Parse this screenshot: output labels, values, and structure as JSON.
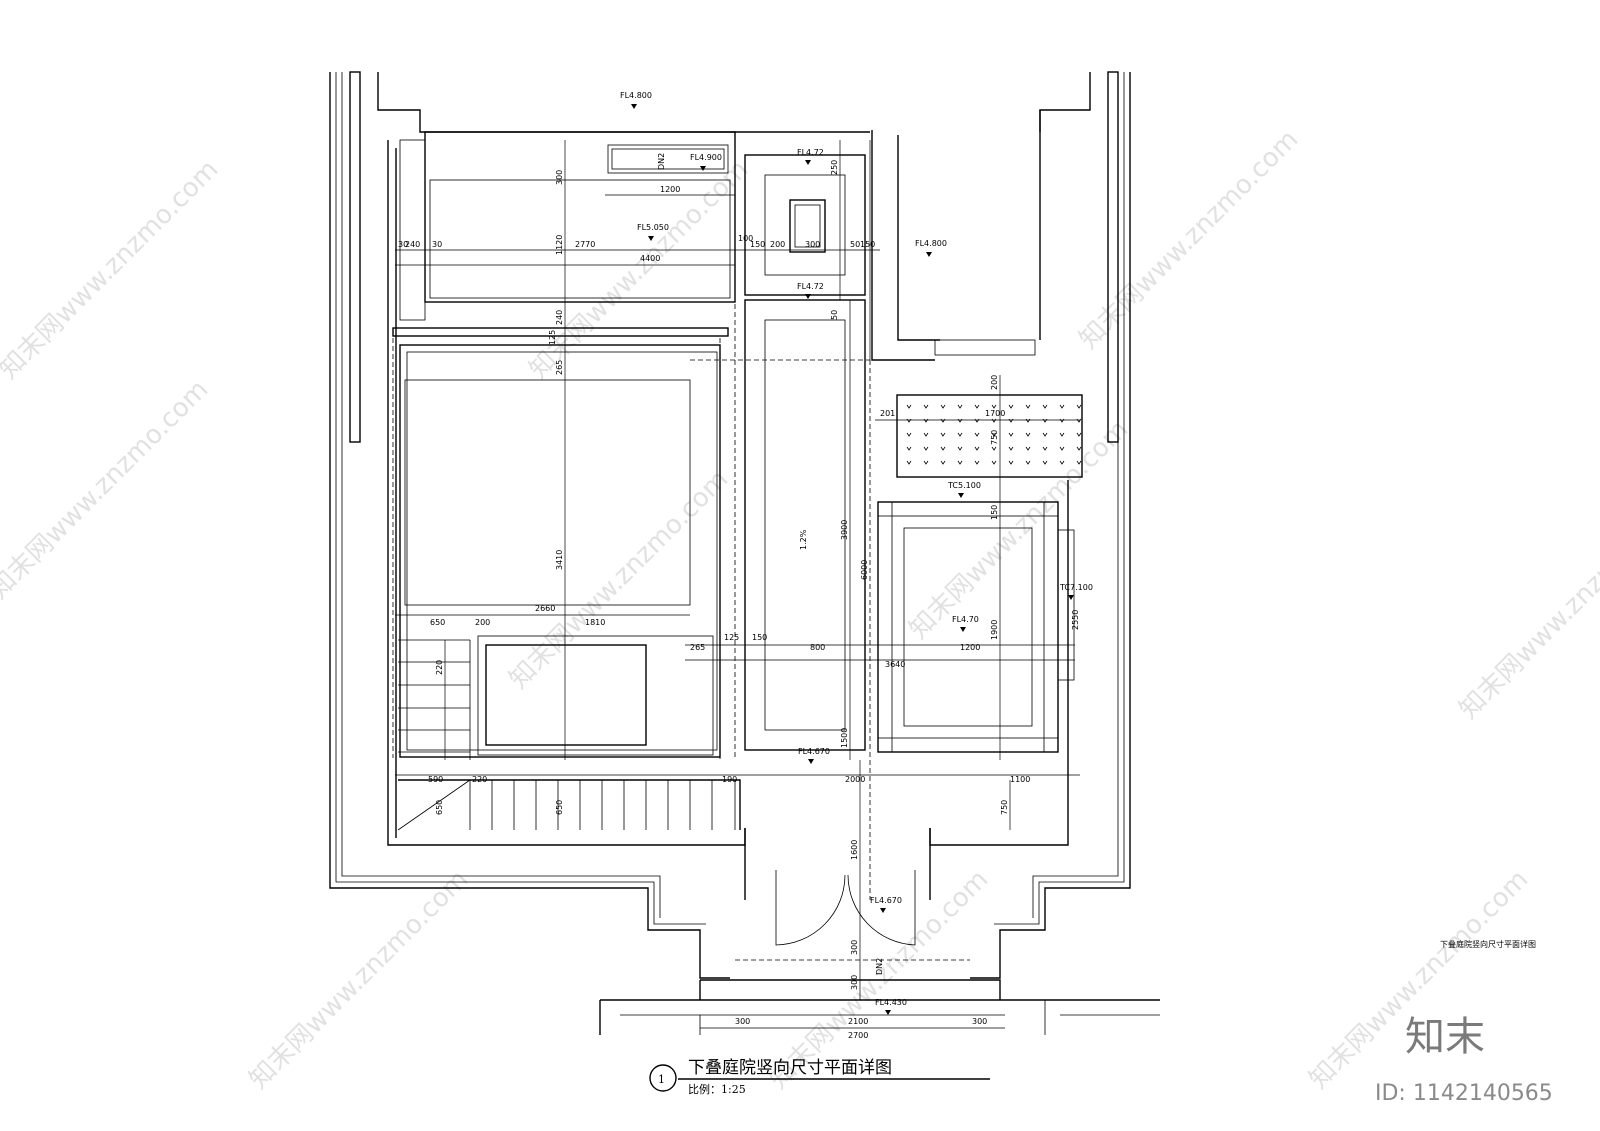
{
  "title": "下叠庭院竖向尺寸平面详图",
  "title_number": "1",
  "scale": "比例：1:25",
  "side_note": "下叠庭院竖向尺寸平面详图",
  "watermark": "知末网www.znzmo.com",
  "logo": "知末",
  "image_id": "ID: 1142140565",
  "levels": {
    "top": "FL4.800",
    "right_upper": "FL4.800",
    "fl4900": "FL4.900",
    "fl5050": "FL5.050",
    "fl472a": "FL4.72",
    "fl472b": "FL4.72",
    "tc5100": "TC5.100",
    "tc7100": "TC7.100",
    "fl470": "FL4.70",
    "fl4670a": "FL4.670",
    "fl4670b": "FL4.670",
    "fl4430": "FL4.430"
  },
  "notes": {
    "dn2_top": "DN2",
    "dn2_bottom": "DN2",
    "slope": "1.2%"
  },
  "dims": {
    "d4400": "4400",
    "d2770": "2770",
    "d240": "240",
    "d240b": "240",
    "d30a": "30",
    "d30b": "30",
    "d1200": "1200",
    "d1120": "1120",
    "d300": "300",
    "d100": "100",
    "d150a": "150",
    "d150b": "150",
    "d200a": "200",
    "d300b": "300",
    "d50a": "50",
    "d50b": "50",
    "d250": "250",
    "d125": "125",
    "d265": "265",
    "d3410": "3410",
    "d2660": "2660",
    "d650": "650",
    "d200b": "200",
    "d1810": "1810",
    "d3900": "3900",
    "d6000": "6000",
    "d800": "800",
    "d265b": "265",
    "d125b": "125",
    "d1200b": "1200",
    "d3640": "3640",
    "d1900": "1900",
    "d2550": "2550",
    "d201": "201",
    "d1700": "1700",
    "d750": "750",
    "d200c": "200",
    "d150c": "150",
    "d590": "590",
    "d220": "220",
    "d190": "190",
    "d650b": "650",
    "d650c": "650",
    "d2000": "2000",
    "d1100": "1100",
    "d750b": "750",
    "d1600": "1600",
    "d300c": "300",
    "d300d": "300",
    "d300e": "300",
    "d2100": "2100",
    "d300f": "300",
    "d2700": "2700",
    "d150d": "150",
    "d1500": "1500"
  }
}
